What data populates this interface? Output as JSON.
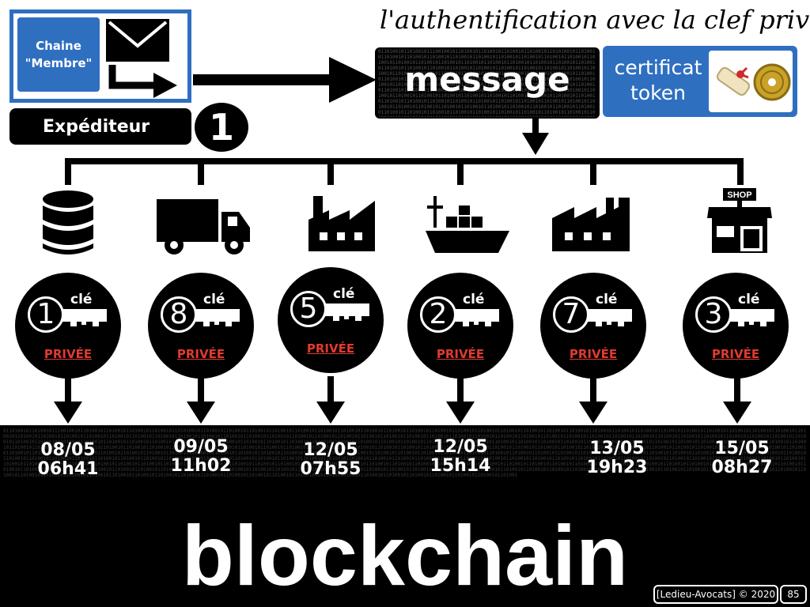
{
  "sender": {
    "chain_line1": "Chaine",
    "chain_line2": "\"Membre\"",
    "label": "Expéditeur",
    "step": "1"
  },
  "title": "l'authentification avec la clef privée",
  "message": {
    "label": "message"
  },
  "certificate": {
    "line1": "certificat",
    "line2": "token"
  },
  "nodes": [
    {
      "icon": "database-icon",
      "key_number": "1",
      "key_label": "clé",
      "key_type": "PRIVÉE",
      "date": "08/05",
      "time": "06h41"
    },
    {
      "icon": "truck-icon",
      "key_number": "8",
      "key_label": "clé",
      "key_type": "PRIVÉE",
      "date": "09/05",
      "time": "11h02"
    },
    {
      "icon": "factory-icon",
      "key_number": "5",
      "key_label": "clé",
      "key_type": "PRIVÉE",
      "date": "12/05",
      "time": "07h55"
    },
    {
      "icon": "cargo-ship-icon",
      "key_number": "2",
      "key_label": "clé",
      "key_type": "PRIVÉE",
      "date": "12/05",
      "time": "15h14"
    },
    {
      "icon": "factory-icon",
      "key_number": "7",
      "key_label": "clé",
      "key_type": "PRIVÉE",
      "date": "13/05",
      "time": "19h23"
    },
    {
      "icon": "shop-icon",
      "shop_sign": "SHOP",
      "key_number": "3",
      "key_label": "clé",
      "key_type": "PRIVÉE",
      "date": "15/05",
      "time": "08h27"
    }
  ],
  "blockchain": {
    "label": "blockchain"
  },
  "footer": {
    "credit": "[Ledieu-Avocats] © 2020",
    "page": "85"
  },
  "colors": {
    "blue": "#2f6fc0",
    "red": "#e03a2f",
    "black": "#000000"
  }
}
